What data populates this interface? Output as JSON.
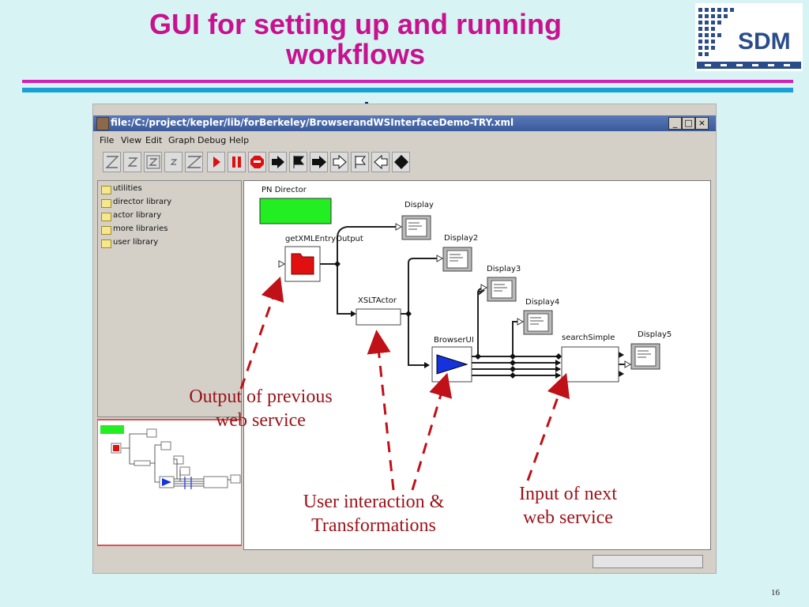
{
  "slide": {
    "title_line1": "GUI for setting up and running",
    "title_line2": "workflows",
    "logo_text": "SDM",
    "page_number": "16"
  },
  "window": {
    "title": "file:/C:/project/kepler/lib/forBerkeley/BrowserandWSInterfaceDemo-TRY.xml",
    "minimize_label": "_",
    "maximize_label": "□",
    "close_label": "×"
  },
  "menu": [
    "File",
    "View",
    "Edit",
    "Graph",
    "Debug",
    "Help"
  ],
  "toolbar_icons": [
    "zoom-reset-icon",
    "zoom-fit-icon",
    "zoom-box-icon",
    "zoom-small-icon",
    "zoom-out-icon",
    "run-icon",
    "pause-icon",
    "stop-icon",
    "step-icon",
    "flag-icon",
    "arrow-right-icon",
    "arrow-outline-icon",
    "flag-outline-icon",
    "arrow-left-outline-icon",
    "diamond-icon"
  ],
  "library": [
    "utilities",
    "director library",
    "actor library",
    "more libraries",
    "user library"
  ],
  "workflow": {
    "director": "PN Director",
    "actors": [
      "getXMLEntryOutput",
      "XSLTActor",
      "BrowserUI",
      "searchSimple"
    ],
    "displays": [
      "Display",
      "Display2",
      "Display3",
      "Display4",
      "Display5"
    ]
  },
  "annotations": {
    "output_line1": "Output of previous",
    "output_line2": "web service",
    "user_line1": "User interaction &",
    "user_line2": "Transformations",
    "input_line1": "Input of next",
    "input_line2": "web service"
  },
  "colors": {
    "title": "#c8118e",
    "annotation": "#9b1218",
    "director_fill": "#22ee22",
    "port_red": "#e01010",
    "browser_blue": "#1433dd"
  }
}
